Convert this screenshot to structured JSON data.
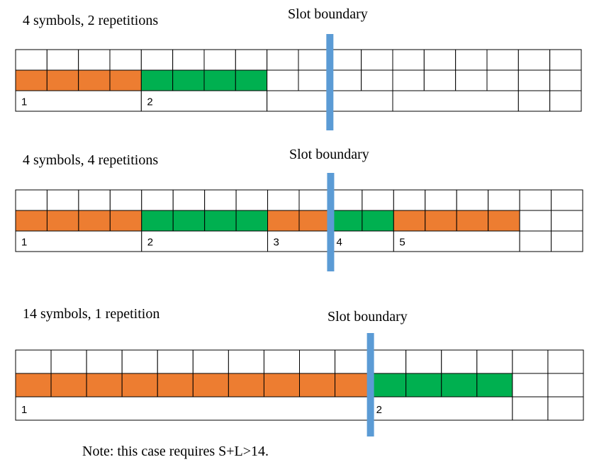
{
  "colors": {
    "orange": "#ED7D31",
    "green": "#00B050",
    "boundary": "#5B9BD5",
    "grid": "#000000"
  },
  "panels": [
    {
      "title": "4 symbols, 2 repetitions",
      "boundary_label": "Slot boundary",
      "columns": 18,
      "bar_cells": [
        "orange",
        "orange",
        "orange",
        "orange",
        "green",
        "green",
        "green",
        "green",
        "",
        "",
        "",
        "",
        "",
        "",
        "",
        "",
        "",
        ""
      ],
      "label_segments": [
        {
          "text": "1",
          "span": 4
        },
        {
          "text": "2",
          "span": 4
        },
        {
          "text": "",
          "span": 4
        },
        {
          "text": "",
          "span": 4
        },
        {
          "text": "",
          "span": 1
        },
        {
          "text": "",
          "span": 1
        }
      ],
      "boundary_after_column": 10
    },
    {
      "title": "4 symbols, 4 repetitions",
      "boundary_label": "Slot boundary",
      "columns": 18,
      "bar_cells": [
        "orange",
        "orange",
        "orange",
        "orange",
        "green",
        "green",
        "green",
        "green",
        "orange",
        "orange",
        "green",
        "green",
        "orange",
        "orange",
        "orange",
        "orange",
        "",
        ""
      ],
      "label_segments": [
        {
          "text": "1",
          "span": 4
        },
        {
          "text": "2",
          "span": 4
        },
        {
          "text": "3",
          "span": 2
        },
        {
          "text": "4",
          "span": 2
        },
        {
          "text": "5",
          "span": 4
        },
        {
          "text": "",
          "span": 1
        },
        {
          "text": "",
          "span": 1
        }
      ],
      "boundary_after_column": 10
    },
    {
      "title": "14 symbols, 1 repetition",
      "boundary_label": "Slot boundary",
      "columns": 16,
      "bar_cells": [
        "orange",
        "orange",
        "orange",
        "orange",
        "orange",
        "orange",
        "orange",
        "orange",
        "orange",
        "orange",
        "green",
        "green",
        "green",
        "green",
        "",
        ""
      ],
      "label_segments": [
        {
          "text": "1",
          "span": 10
        },
        {
          "text": "2",
          "span": 4
        },
        {
          "text": "",
          "span": 1
        },
        {
          "text": "",
          "span": 1
        }
      ],
      "boundary_after_column": 10
    }
  ],
  "note": "Note: this case requires S+L>14."
}
